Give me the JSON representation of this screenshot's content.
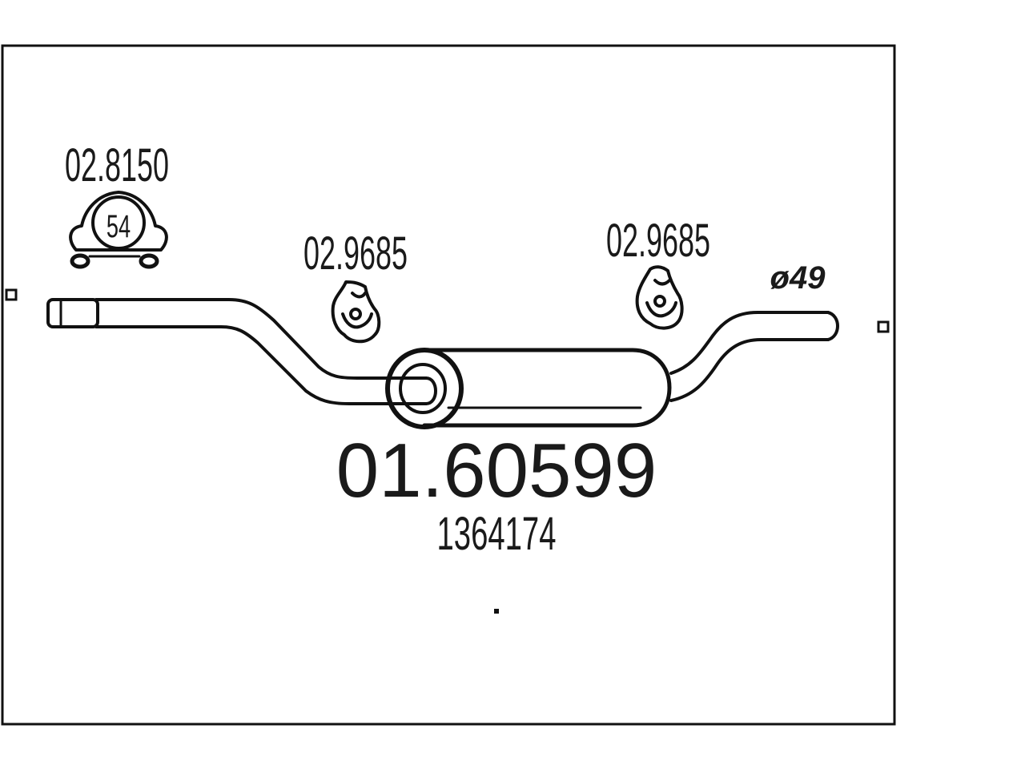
{
  "diagram": {
    "main_part_number": "01.60599",
    "oem_number": "1364174",
    "diameter_label": "ø49",
    "clamp": {
      "part_number": "02.8150",
      "size_label": "54",
      "icon": "pipe-clamp-icon"
    },
    "hangers": [
      {
        "part_number": "02.9685",
        "icon": "rubber-hanger-icon"
      },
      {
        "part_number": "02.9685",
        "icon": "rubber-hanger-icon"
      }
    ],
    "colors": {
      "line": "#111111",
      "background": "#ffffff"
    }
  }
}
